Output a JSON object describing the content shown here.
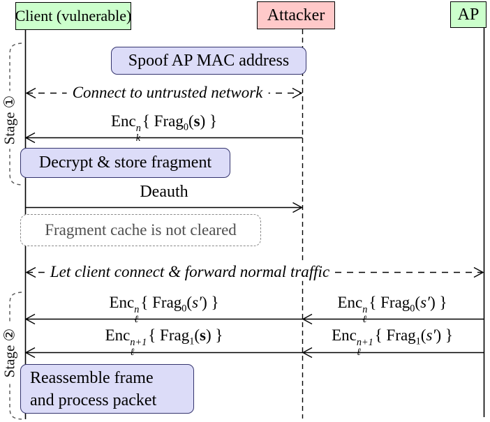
{
  "diagram": {
    "actors": [
      {
        "id": "client",
        "label": "Client (vulnerable)",
        "lifeline": "solid"
      },
      {
        "id": "attacker",
        "label": "Attacker",
        "lifeline": "dashed"
      },
      {
        "id": "ap",
        "label": "AP",
        "lifeline": "solid"
      }
    ],
    "stages": [
      {
        "label": "Stage ①"
      },
      {
        "label": "Stage ②"
      }
    ],
    "notes": {
      "spoof": "Spoof AP MAC address",
      "decrypt": "Decrypt & store fragment",
      "cache": "Fragment cache is not cleared",
      "reassemble_line1": "Reassemble frame",
      "reassemble_line2": "and process packet"
    },
    "messages": {
      "connect": "Connect to untrusted network",
      "deauth": "Deauth",
      "forward": "Let client connect & forward normal traffic",
      "enc_frag0_s": [
        {
          "t": "Enc"
        },
        {
          "sup": "n",
          "sub": "k"
        },
        {
          "t": "{ Frag"
        },
        {
          "sub": "0"
        },
        {
          "t": "("
        },
        {
          "t": "s",
          "b": true
        },
        {
          "t": ") }"
        }
      ],
      "enc_frag0_sprime_left": [
        {
          "t": "Enc"
        },
        {
          "sup": "n",
          "sub": "ℓ"
        },
        {
          "t": "{ Frag"
        },
        {
          "sub": "0"
        },
        {
          "t": "("
        },
        {
          "t": "s′",
          "i": true
        },
        {
          "t": ") }"
        }
      ],
      "enc_frag0_sprime_right": [
        {
          "t": "Enc"
        },
        {
          "sup": "n",
          "sub": "ℓ"
        },
        {
          "t": "{ Frag"
        },
        {
          "sub": "0"
        },
        {
          "t": "("
        },
        {
          "t": "s′",
          "i": true
        },
        {
          "t": ") }"
        }
      ],
      "enc_frag1_s_left": [
        {
          "t": "Enc"
        },
        {
          "sup": "n+1",
          "sub": "ℓ"
        },
        {
          "t": "{ Frag"
        },
        {
          "sub": "1"
        },
        {
          "t": "("
        },
        {
          "t": "s",
          "b": true
        },
        {
          "t": ") }"
        }
      ],
      "enc_frag1_sprime_right": [
        {
          "t": "Enc"
        },
        {
          "sup": "n+1",
          "sub": "ℓ"
        },
        {
          "t": "{ Frag"
        },
        {
          "sub": "1"
        },
        {
          "t": "("
        },
        {
          "t": "s′",
          "i": true
        },
        {
          "t": ") }"
        }
      ]
    },
    "colors": {
      "actor_green": "#ccffcc",
      "actor_red": "#ffc9c9",
      "note_fill": "#dcdcf8",
      "note_border": "#34346e",
      "ghost_border": "#8a8a8a",
      "ghost_text": "#4f4f4f"
    }
  }
}
